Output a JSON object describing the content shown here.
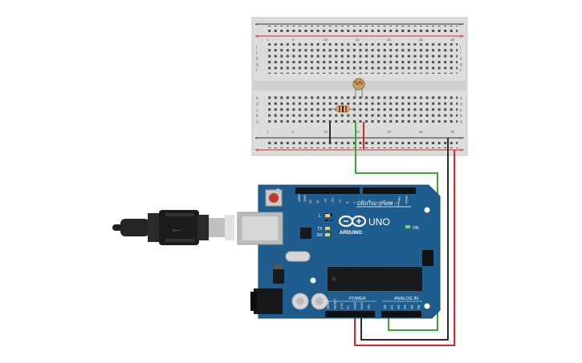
{
  "breadboard": {
    "rail_plus": "+",
    "rail_minus": "-",
    "row_letters_top": [
      "j",
      "i",
      "h",
      "g",
      "f"
    ],
    "row_letters_bottom": [
      "e",
      "d",
      "c",
      "b",
      "a"
    ],
    "column_numbers": [
      "1",
      "5",
      "10",
      "15",
      "20",
      "25",
      "30"
    ]
  },
  "arduino": {
    "brand": "ARDUINO",
    "model": "UNO",
    "digital_label": "DIGITAL (PWM ~)",
    "power_label": "POWER",
    "analog_label": "ANALOG IN",
    "on_label": "ON",
    "l_label": "L",
    "tx_label": "TX",
    "rx_label": "RX",
    "aref_label": "AREF",
    "gnd_label": "GND",
    "digital_pins": [
      "13",
      "12",
      "~11",
      "~10",
      "~9",
      "8",
      "7",
      "~6",
      "~5",
      "4",
      "~3",
      "2",
      "TX▸1",
      "RX◂0"
    ],
    "power_pins": [
      "IOREF",
      "RESET",
      "3.3V",
      "5V",
      "GND",
      "GND",
      "Vin"
    ],
    "analog_pins": [
      "A0",
      "A1",
      "A2",
      "A3",
      "A4",
      "A5"
    ]
  },
  "wire_colors": {
    "power": "#d8262b",
    "ground": "#2b2b2b",
    "signal": "#3aa63a"
  }
}
